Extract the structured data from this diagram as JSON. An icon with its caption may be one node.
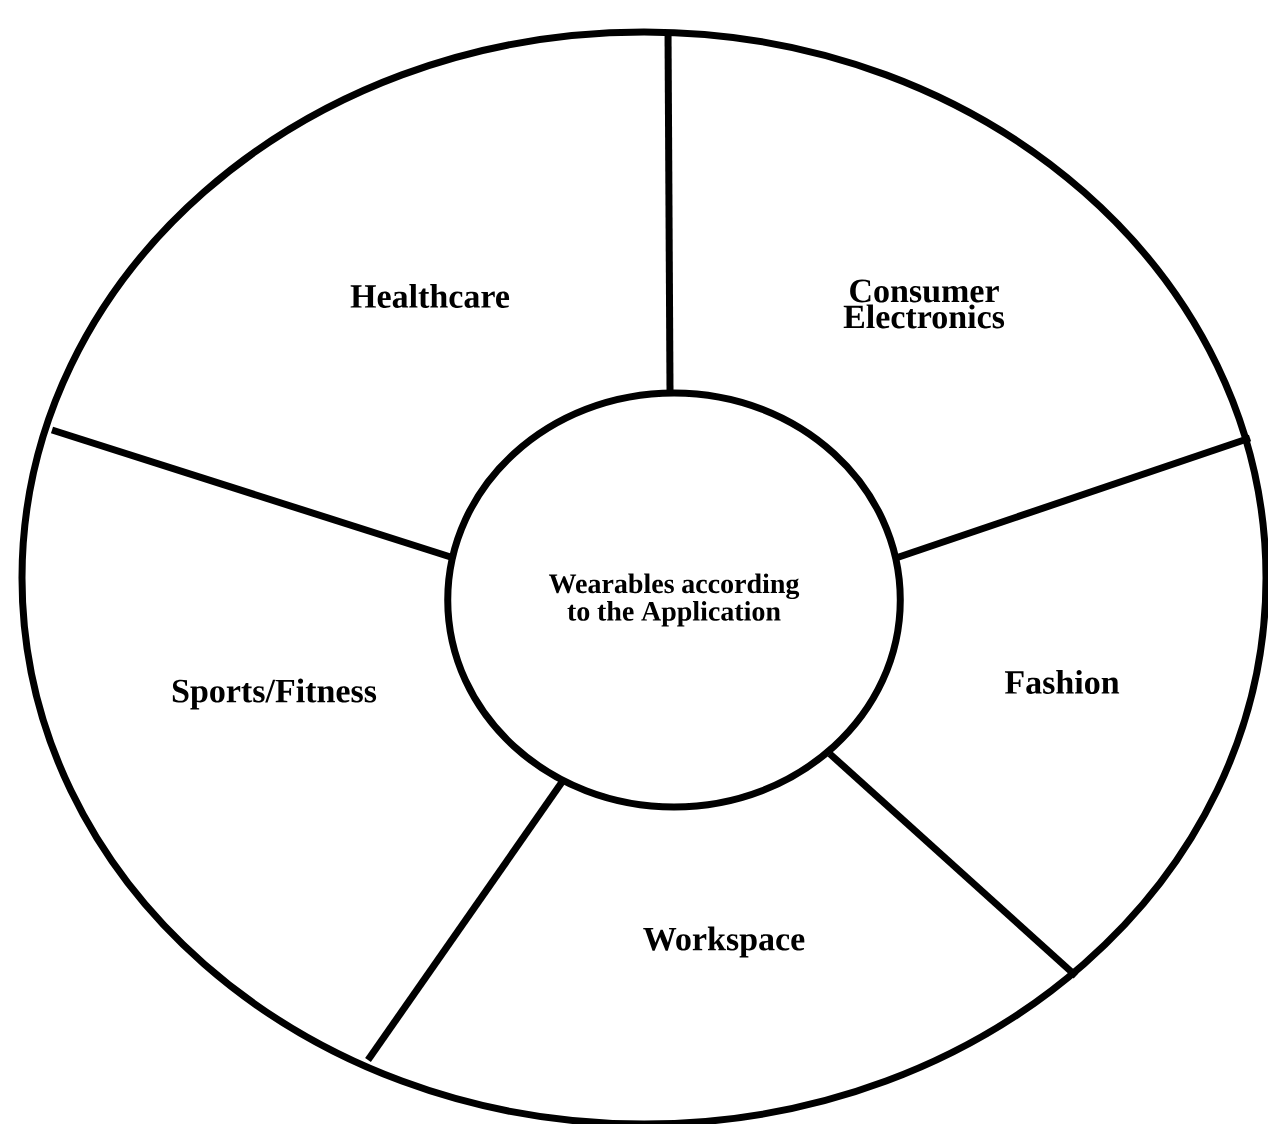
{
  "diagram": {
    "nodes": [
      {
        "text": [
          "Wearables according to the Application"
        ]
      },
      {
        "text": [
          "Healthcare"
        ]
      },
      {
        "text": [
          "Consumer Electronics"
        ]
      },
      {
        "text": [
          "Fashion"
        ]
      },
      {
        "text": [
          "Workspace"
        ]
      },
      {
        "text": [
          "Sports/Fitness"
        ]
      }
    ]
  }
}
